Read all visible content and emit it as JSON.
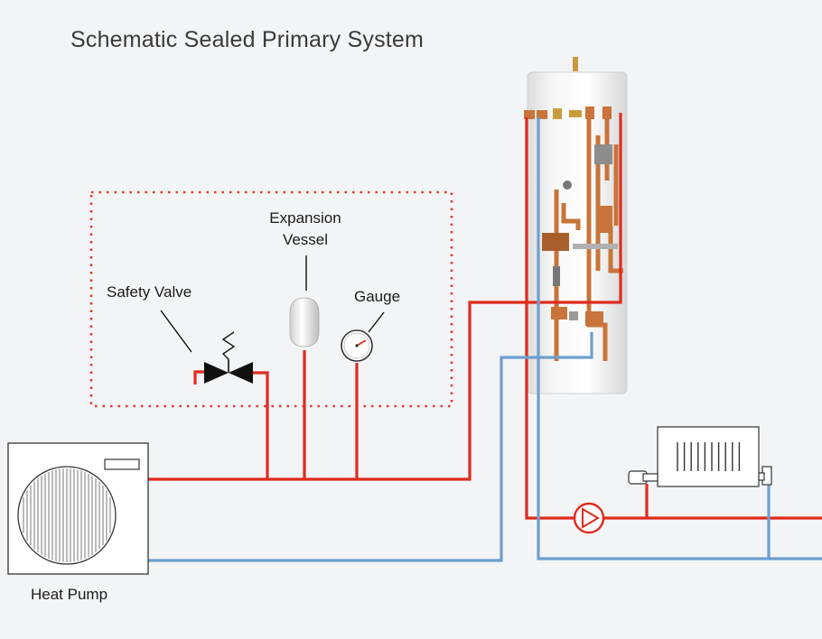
{
  "title": "Schematic Sealed Primary System",
  "labels": {
    "safety_valve": "Safety Valve",
    "expansion_vessel_line1": "Expansion",
    "expansion_vessel_line2": "Vessel",
    "gauge": "Gauge",
    "heat_pump": "Heat Pump"
  },
  "colors": {
    "flow_red": "#e02a1e",
    "return_blue": "#6c9fcf",
    "dotted_box": "#e53b2f",
    "copper": "#c8743a"
  },
  "icons": [
    "heat-pump-unit-icon",
    "safety-valve-icon",
    "expansion-vessel-icon",
    "pressure-gauge-icon",
    "hot-water-cylinder-icon",
    "circulating-pump-icon",
    "radiator-icon",
    "radiator-valve-icon"
  ]
}
